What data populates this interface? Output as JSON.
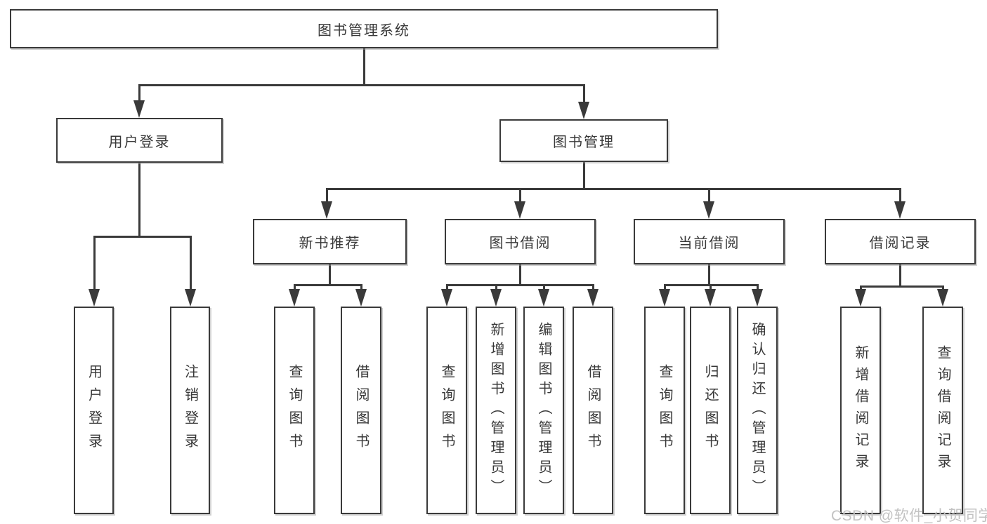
{
  "diagram_title": "图书管理系统",
  "colors": {
    "line": "#3a3a3a",
    "box_border": "#3a3a3a",
    "box_fill": "#ffffff",
    "text": "#383838",
    "watermark": "#c2c2c2"
  },
  "tree": {
    "label": "图书管理系统",
    "children": [
      {
        "label": "用户登录",
        "children": [
          {
            "label": "用户登录"
          },
          {
            "label": "注销登录"
          }
        ]
      },
      {
        "label": "图书管理",
        "children": [
          {
            "label": "新书推荐",
            "children": [
              {
                "label": "查询图书"
              },
              {
                "label": "借阅图书"
              }
            ]
          },
          {
            "label": "图书借阅",
            "children": [
              {
                "label": "查询图书"
              },
              {
                "label": "新增图书（管理员）"
              },
              {
                "label": "编辑图书（管理员）"
              },
              {
                "label": "借阅图书"
              }
            ]
          },
          {
            "label": "当前借阅",
            "children": [
              {
                "label": "查询图书"
              },
              {
                "label": "归还图书"
              },
              {
                "label": "确认归还（管理员）"
              }
            ]
          },
          {
            "label": "借阅记录",
            "children": [
              {
                "label": "新增借阅记录"
              },
              {
                "label": "查询借阅记录"
              }
            ]
          }
        ]
      }
    ]
  },
  "watermark": {
    "text": "CSDN @软件_小贺同学"
  }
}
